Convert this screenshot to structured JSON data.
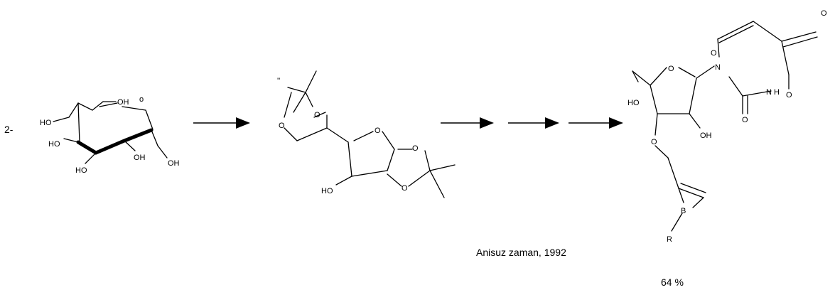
{
  "labels": {
    "prefix": "2-",
    "oh": "OH",
    "ho": "HO",
    "o": "O",
    "n": "N",
    "nh": "N H",
    "b": "B",
    "r": "R",
    "o_lower": "o"
  },
  "citation": "Anisuz zaman, 1992",
  "yield": "64 %",
  "arrows": [
    "reaction-arrow-1",
    "reaction-arrow-2",
    "reaction-arrow-3",
    "reaction-arrow-4"
  ]
}
